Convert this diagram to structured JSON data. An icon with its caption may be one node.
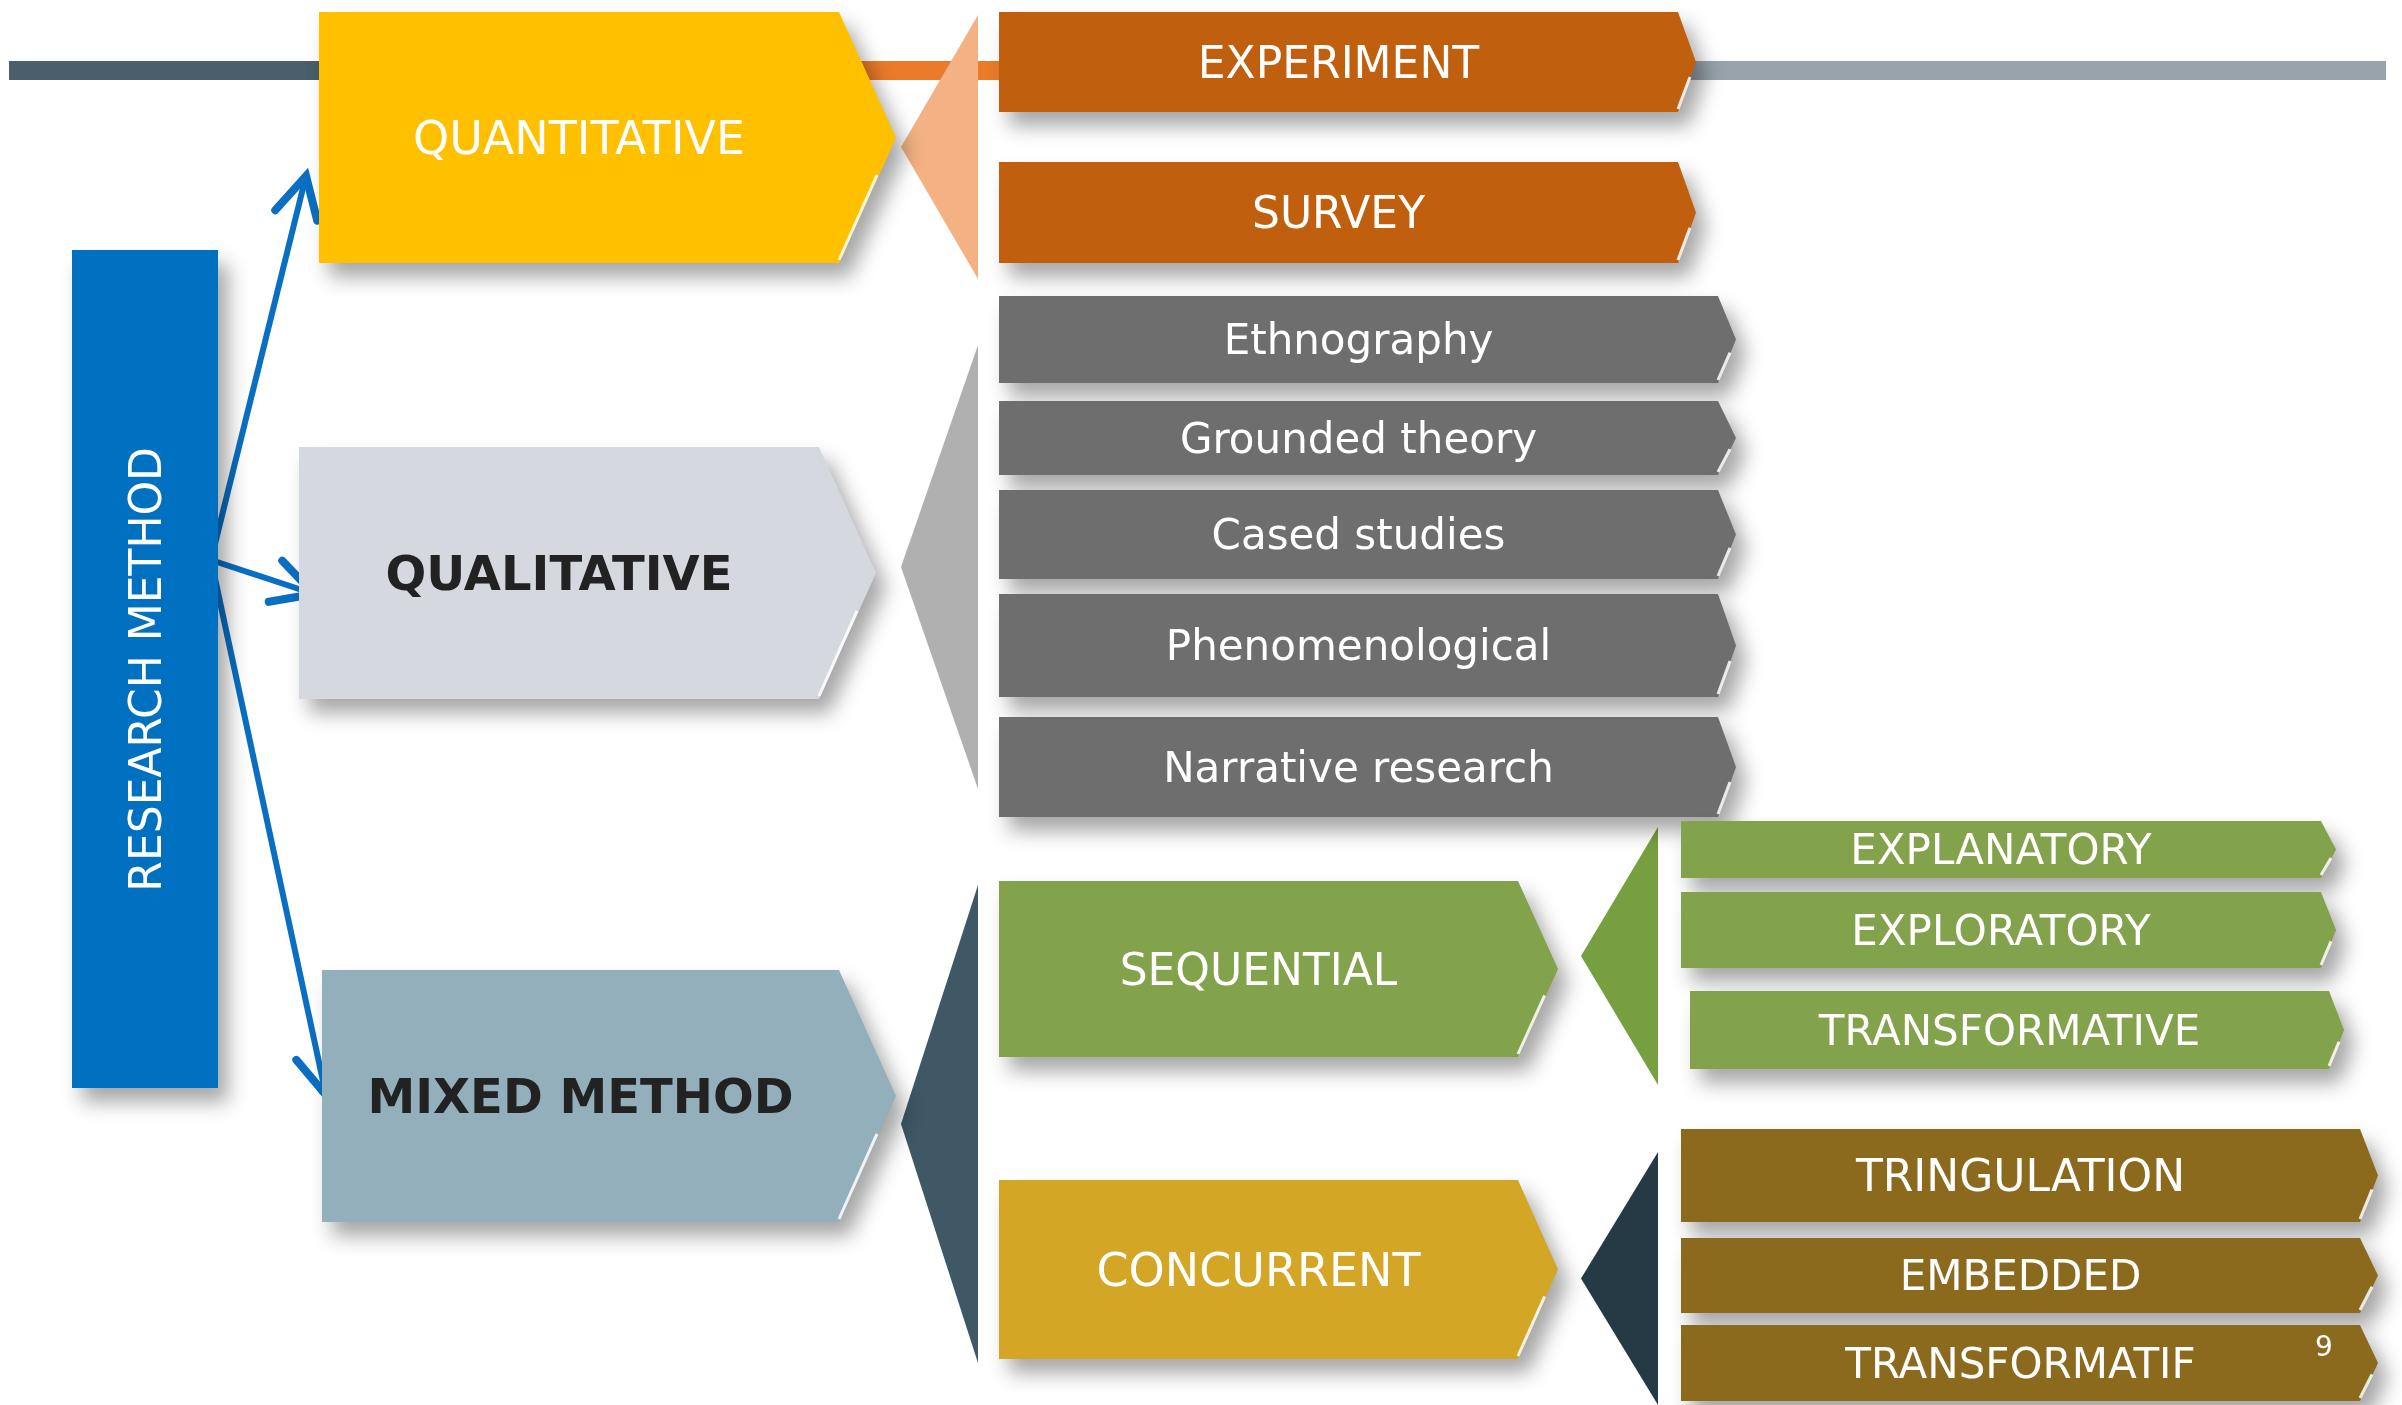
{
  "diagram": {
    "nodes": [
      {
        "text": [
          "RESEARCH METHOD"
        ]
      },
      {
        "text": [
          "QUANTITATIVE"
        ]
      },
      {
        "text": [
          "EXPERIMENT"
        ]
      },
      {
        "text": [
          "SURVEY"
        ]
      },
      {
        "text": [
          "QUALITATIVE"
        ]
      },
      {
        "text": [
          "Ethnography"
        ]
      },
      {
        "text": [
          "Grounded theory"
        ]
      },
      {
        "text": [
          "Cased studies"
        ]
      },
      {
        "text": [
          "Phenomenological"
        ]
      },
      {
        "text": [
          "Narrative research"
        ]
      },
      {
        "text": [
          "MIXED METHOD"
        ]
      },
      {
        "text": [
          "SEQUENTIAL"
        ]
      },
      {
        "text": [
          "EXPLANATORY"
        ]
      },
      {
        "text": [
          "EXPLORATORY"
        ]
      },
      {
        "text": [
          "TRANSFORMATIVE"
        ]
      },
      {
        "text": [
          "CONCURRENT"
        ]
      },
      {
        "text": [
          "TRINGULATION"
        ]
      },
      {
        "text": [
          "EMBEDDED"
        ]
      },
      {
        "text": [
          "TRANSFORMATIF"
        ]
      },
      {
        "text": [],
        "shape": "bar"
      },
      {
        "text": [],
        "shape": "bar"
      },
      {
        "text": [],
        "shape": "bar"
      },
      {
        "text": [],
        "shape": "triangle"
      },
      {
        "text": [],
        "shape": "triangle"
      },
      {
        "text": [],
        "shape": "triangle"
      },
      {
        "text": [],
        "shape": "triangle"
      },
      {
        "text": [],
        "shape": "triangle"
      }
    ],
    "edges": [
      {
        "from": 0,
        "to": 1,
        "arrow": "to"
      },
      {
        "from": 0,
        "to": 4,
        "arrow": "to"
      },
      {
        "from": 0,
        "to": 10,
        "arrow": "to"
      }
    ],
    "labels": [
      "9"
    ]
  }
}
